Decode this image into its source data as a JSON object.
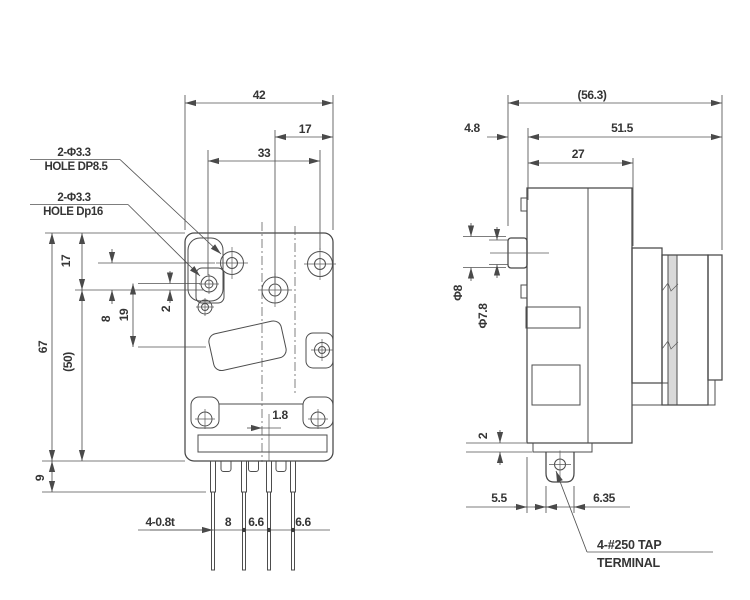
{
  "drawing_type": "mechanical part drawing, front and side views",
  "colors": {
    "ink": "#474747",
    "background": "#ffffff"
  },
  "front_view": {
    "dim_overall_width": "42",
    "dim_axis_to_right_edge": "17",
    "dim_hole_span": "33",
    "dim_top_to_axis": "17",
    "dim_hole_above_axis": "8",
    "dim_hole_to_window": "19",
    "dim_hole_offset": "2",
    "dim_overall_height": "67",
    "dim_ref_height": "(50)",
    "dim_terminal_shoulder": "9",
    "dim_pin_to_centerline": "1.8",
    "label_pin_thickness": "4-0.8t",
    "dim_pin_pitch_a": "8",
    "dim_pin_pitch_b": "6.6",
    "dim_pin_pitch_c": "6.6",
    "callout_hole_top": {
      "line1": "2-Φ3.3",
      "line2": "HOLE DP8.5"
    },
    "callout_hole_bottom": {
      "line1": "2-Φ3.3",
      "line2": "HOLE Dp16"
    }
  },
  "side_view": {
    "dim_overall_depth_ref": "(56.3)",
    "dim_shaft_protrusion": "4.8",
    "dim_body_depth": "51.5",
    "dim_front_block_depth": "27",
    "dim_bushing_dia": "Φ8",
    "dim_shaft_dia": "Φ7.8",
    "dim_terminal_plate_thickness": "2",
    "dim_terminal_setback": "5.5",
    "dim_terminal_width": "6.35",
    "callout_terminal": {
      "line1": "4-#250 TAP",
      "line2": "TERMINAL"
    }
  }
}
